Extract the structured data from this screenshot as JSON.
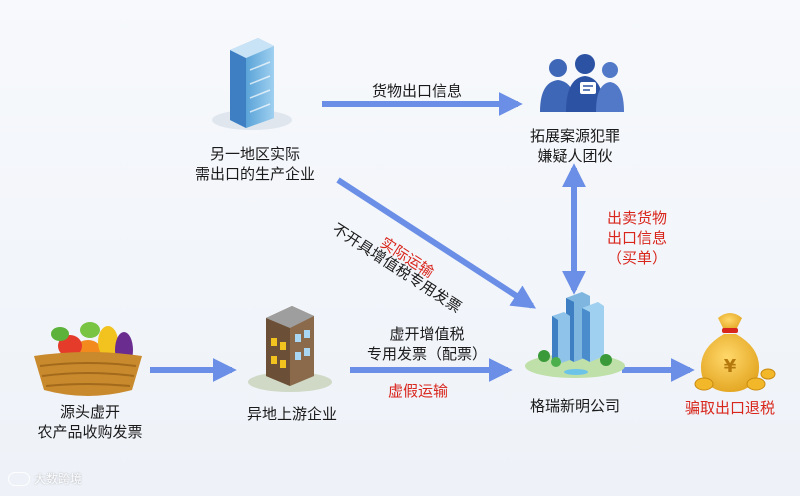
{
  "nodes": {
    "producer": {
      "line1": "另一地区实际",
      "line2": "需出口的生产企业"
    },
    "gang": {
      "line1": "拓展案源犯罪",
      "line2": "嫌疑人团伙"
    },
    "farmer": {
      "line1": "源头虚开",
      "line2": "农产品收购发票"
    },
    "upstream": {
      "label": "异地上游企业"
    },
    "company": {
      "label": "格瑞新明公司"
    },
    "refund": {
      "label": "骗取出口退税"
    }
  },
  "edges": {
    "info_export": "货物出口信息",
    "no_invoice": "不开具增值税专用发票",
    "real_transport": "实际运输",
    "sell_info_1": "出卖货物",
    "sell_info_2": "出口信息",
    "sell_info_3": "（买单）",
    "fake_invoice_1": "虚开增值税",
    "fake_invoice_2": "专用发票（配票）",
    "fake_transport": "虚假运输"
  },
  "watermark": "大数跨境",
  "colors": {
    "arrow": "#6b8fe6",
    "highlight": "#d9261c"
  }
}
